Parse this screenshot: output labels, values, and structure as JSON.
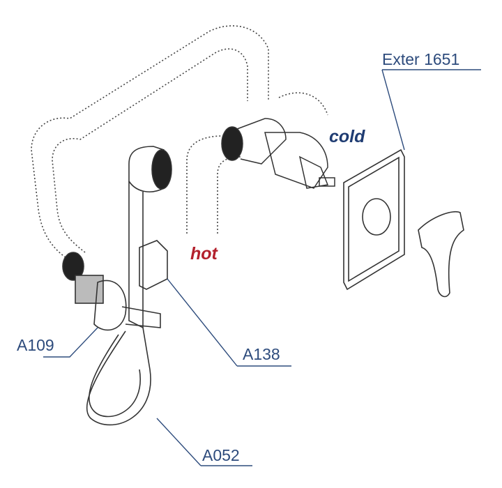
{
  "labels": {
    "panel": "Exter 1651",
    "cold": "cold",
    "hot": "hot",
    "valve": "A109",
    "holder": "A138",
    "hose": "A052"
  },
  "colors": {
    "label": "#2d4b7c",
    "cold": "#1f3c72",
    "hot": "#b3202c",
    "line": "#333333"
  }
}
